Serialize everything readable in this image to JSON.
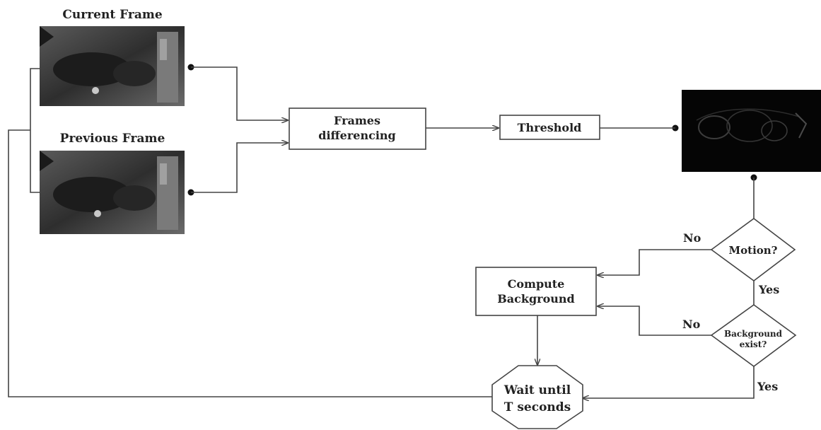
{
  "current_frame": {
    "title": "Current Frame"
  },
  "previous_frame": {
    "title": "Previous Frame"
  },
  "frames_differencing": {
    "line1": "Frames",
    "line2": "differencing"
  },
  "threshold": {
    "label": "Threshold"
  },
  "motion_decision": {
    "label": "Motion?",
    "no_label": "No",
    "yes_label": "Yes"
  },
  "background_decision": {
    "line1": "Background",
    "line2": "exist?",
    "no_label": "No",
    "yes_label": "Yes"
  },
  "compute_background": {
    "line1": "Compute",
    "line2": "Background"
  },
  "wait_node": {
    "line1": "Wait until",
    "line2": "T seconds"
  },
  "colors": {
    "line": "#444444",
    "text": "#222222",
    "frame_bg": "#3a3a3a",
    "diff_bg": "#050505"
  }
}
